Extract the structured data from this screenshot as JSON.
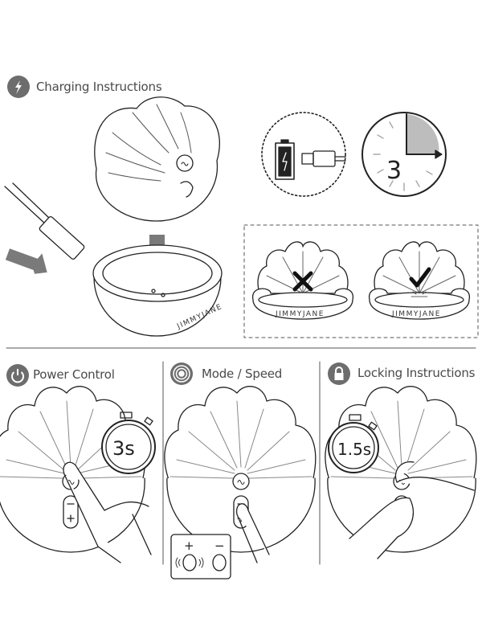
{
  "sections": {
    "charging": {
      "title": "Charging Instructions",
      "icon": "lightning-bolt-icon"
    },
    "power": {
      "title": "Power Control",
      "icon": "power-icon",
      "hold_time": "3s"
    },
    "mode": {
      "title": "Mode / Speed",
      "icon": "vibration-waves-icon",
      "plus": "+",
      "minus": "−"
    },
    "locking": {
      "title": "Locking Instructions",
      "icon": "padlock-icon",
      "hold_time": "1.5s"
    }
  },
  "charging_time": {
    "hours": "3"
  },
  "brand": "JIMMYJANE",
  "colors": {
    "icon_bg": "#6d6d6d",
    "arrow": "#7a7a7a",
    "fill_gray": "#bdbdbd",
    "line": "#222222"
  }
}
